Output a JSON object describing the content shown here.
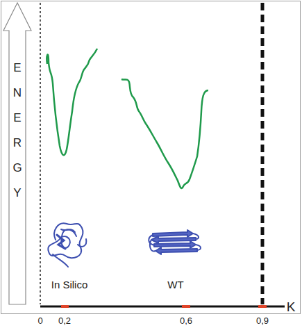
{
  "diagram": {
    "labels": [
      "ENERGY",
      "In Silico",
      "WT",
      "K",
      "0",
      "0,2",
      "0,6",
      "0,9"
    ]
  }
}
